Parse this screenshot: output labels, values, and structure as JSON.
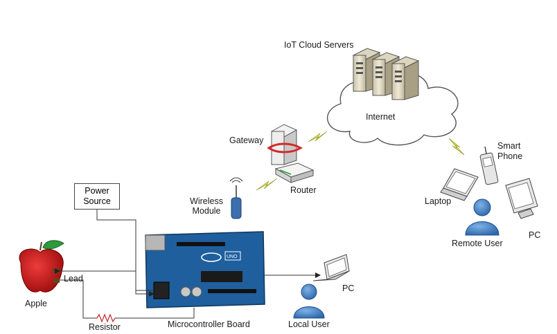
{
  "diagram": {
    "labels": {
      "iot_cloud_servers": "IoT Cloud Servers",
      "internet": "Internet",
      "gateway": "Gateway",
      "router": "Router",
      "wireless_module_line1": "Wireless",
      "wireless_module_line2": "Module",
      "power_source_line1": "Power",
      "power_source_line2": "Source",
      "lead": "Lead",
      "apple": "Apple",
      "resistor": "Resistor",
      "microcontroller_board": "Microcontroller Board",
      "pc_local": "PC",
      "local_user": "Local User",
      "smart_phone_line1": "Smart",
      "smart_phone_line2": "Phone",
      "laptop": "Laptop",
      "remote_user": "Remote User",
      "pc_remote": "PC",
      "board_brand": "UNO"
    },
    "colors": {
      "board_blue": "#1f5f9e",
      "user_blue": "#4a86c8",
      "apple_red": "#cc1111",
      "leaf_green": "#2e9a3a",
      "wireless_bolt": "#d8e23a",
      "router_red": "#d42a2a"
    }
  }
}
